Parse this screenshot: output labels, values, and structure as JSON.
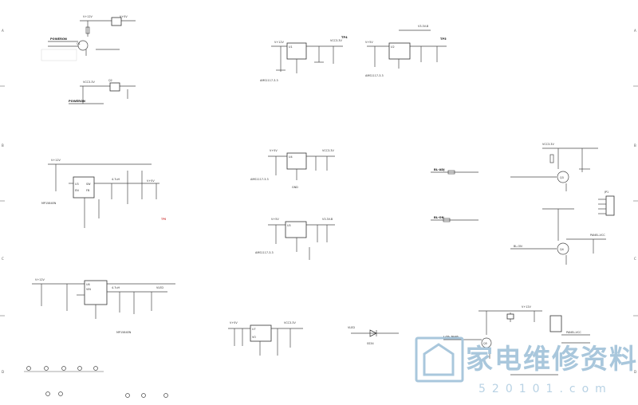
{
  "sheet": {
    "row_labels": [
      "A",
      "B",
      "C",
      "D"
    ],
    "page_bg": "#ffffff",
    "line_color": "#4a4a4a"
  },
  "labels": {
    "vin_12v": "V+12V",
    "v_5v": "V+5V",
    "vcc_3v3": "VCC3.3V",
    "power_on": "POWERON",
    "v33_b": "V3.3V-B",
    "bl_adj": "BL-ADJ",
    "bl_on": "BL-ON",
    "panel_vcc": "PANEL-VCC",
    "tp4": "TP4",
    "tp5": "TP5",
    "tp6": "TP6",
    "u1": "U1",
    "u2": "U2",
    "u3": "U3",
    "u4": "U4",
    "u5": "U5",
    "u6": "U6",
    "u7": "U7",
    "q1": "Q1",
    "q2": "Q2",
    "q3": "Q3",
    "q4": "Q4",
    "q5": "Q5",
    "ams1117": "AMS1117-3.3",
    "mp1584": "MP1584EN",
    "inductor": "4.7uH",
    "diode": "SS34",
    "gnd": "GND",
    "jp1": "JP1",
    "lcd_pwr": "LCD-PWR",
    "vled": "VLED",
    "fb": "FB",
    "sw": "SW",
    "en": "EN",
    "vin": "VIN",
    "vo": "VO"
  },
  "watermark": {
    "main": "家电维修资料网",
    "sub": "520101.com"
  },
  "colors": {
    "watermark": "#a9c7dc",
    "accent": "#c00000"
  }
}
